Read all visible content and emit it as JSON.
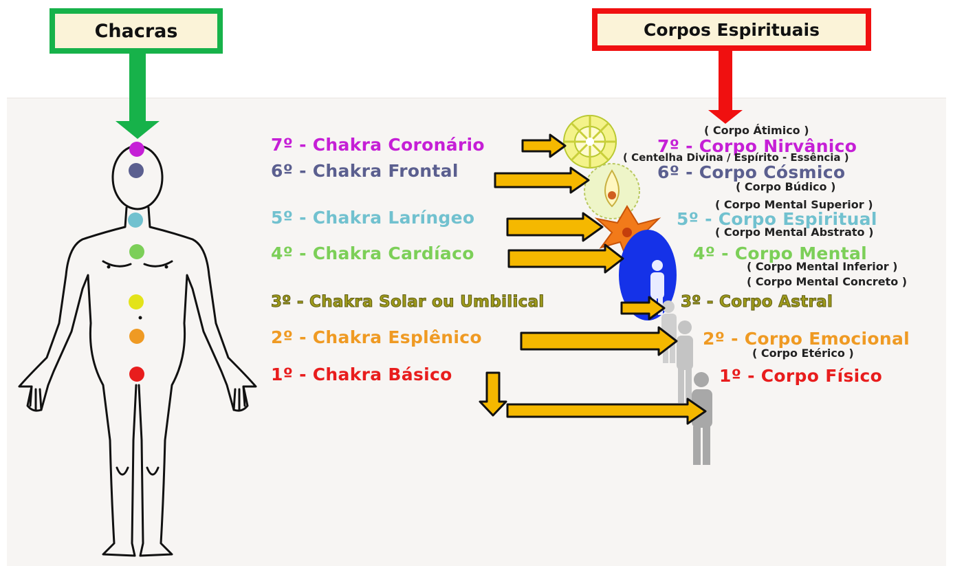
{
  "headers": {
    "chacras": "Chacras",
    "corpos": "Corpos Espirituais"
  },
  "colors": {
    "green_frame": "#17b24a",
    "red_frame": "#f01010",
    "arrow_fill": "#f5b800",
    "c7": "#c51fd6",
    "c6": "#5b5f8f",
    "c5": "#71c1cf",
    "c4": "#7ccf58",
    "c3": "#9f9b1c",
    "c2": "#ef9a23",
    "c1": "#e81d1d"
  },
  "chakras": [
    {
      "label": "7º - Chakra Coronário"
    },
    {
      "label": "6º - Chakra Frontal"
    },
    {
      "label": "5º - Chakra Laríngeo"
    },
    {
      "label": "4º - Chakra Cardíaco"
    },
    {
      "label": "3º - Chakra Solar ou Umbilical"
    },
    {
      "label": "2º - Chakra Esplênico"
    },
    {
      "label": "1º - Chakra Básico"
    }
  ],
  "bodies": [
    {
      "label": "7º - Corpo Nirvânico"
    },
    {
      "label": "6º - Corpo Cósmico"
    },
    {
      "label": "5º - Corpo Espiritual"
    },
    {
      "label": "4º - Corpo Mental"
    },
    {
      "label": "3º - Corpo Astral"
    },
    {
      "label": "2º - Corpo Emocional"
    },
    {
      "label": "1º - Corpo Físico"
    }
  ],
  "notes": {
    "atmico": "( Corpo Átimico )",
    "centelha": "( Centelha Divina / Espírito - Essência )",
    "budico": "( Corpo Búdico )",
    "mental_superior": "( Corpo Mental Superior )",
    "mental_abstrato": "( Corpo Mental Abstrato )",
    "mental_inferior": "( Corpo Mental Inferior )",
    "mental_concreto": "( Corpo Mental Concreto )",
    "eterico": "( Corpo Etérico )"
  }
}
